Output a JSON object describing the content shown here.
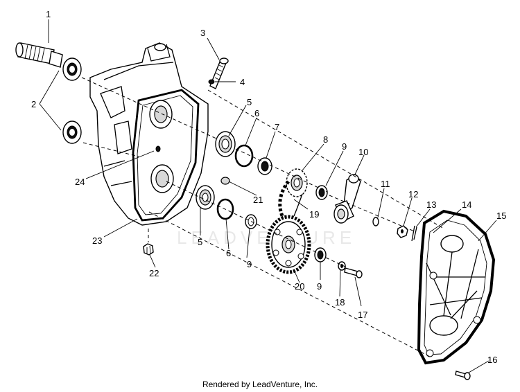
{
  "callouts": {
    "n1": "1",
    "n2": "2",
    "n3": "3",
    "n4": "4",
    "n5a": "5",
    "n5b": "5",
    "n6a": "6",
    "n6b": "6",
    "n7": "7",
    "n8": "8",
    "n9a": "9",
    "n9b": "9",
    "n9c": "9",
    "n10": "10",
    "n11": "11",
    "n12": "12",
    "n13": "13",
    "n14": "14",
    "n15": "15",
    "n16": "16",
    "n17": "17",
    "n18": "18",
    "n19": "19",
    "n20": "20",
    "n21": "21",
    "n22": "22",
    "n23": "23",
    "n24": "24"
  },
  "watermark": "LEADVENTURE",
  "footer": "Rendered by LeadVenture, Inc."
}
